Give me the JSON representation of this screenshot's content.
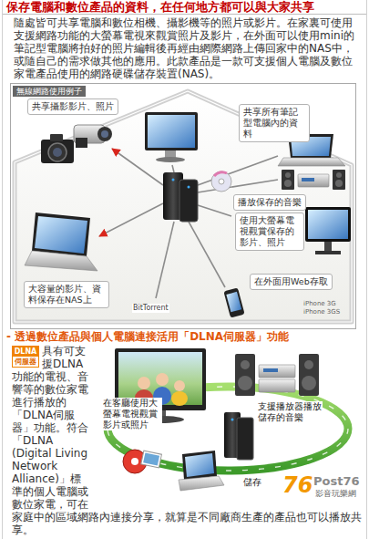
{
  "diagram": {
    "title": "保存電腦和數位產品的資料，在任何地方都可以與大家共享",
    "nodes": [
      {
        "text": [
          "無線網路使用例子"
        ]
      },
      {
        "text": [
          "共享攝影影片、照片"
        ],
        "in": 0
      },
      {
        "text": [
          "共享所有筆記型電腦內的資料"
        ],
        "in": 0
      },
      {
        "text": [
          "播放保存的音樂"
        ],
        "in": 0
      },
      {
        "text": [
          "使用大螢幕電視觀賞保存的影片、照片"
        ],
        "in": 0
      },
      {
        "text": [
          "大容量的影片、資料保存在NAS上"
        ],
        "in": 0
      },
      {
        "text": [
          "在外面用Web存取"
        ],
        "in": 0
      },
      {
        "text": [
          "DLNA",
          "伺服器"
        ]
      }
    ],
    "labels": [
      "隨處皆可共享電腦和數位相機、攝影機等的照片或影片。在家裏可使用支援網路功能的大螢幕電視來觀賞照片及影片，在外面可以使用mini的筆記型電腦將拍好的照片編輯後再經由網際網路上傳回家中的NAS中，或隨自己的需求做其他的應用。此款產品是一款可支援個人電腦及數位家電產品使用的網路硬碟儲存裝置(NAS)。",
      "BitTorrent",
      "iPhone 3G",
      "iPhone 3GS",
      "- 透過數位產品與個人電腦連接活用「DLNA伺服器」功能",
      "具有可支援DLNA功能的電視、音響等的數位家電進行播放的「DLNA伺服器」功能。符合「DLNA (Digital Living Network Alliance)」標準的個人電腦或數位家電，可在家庭中的區域網路內連接分享，就算是不同廠商生產的產品也可以播放共享。",
      "在客廳使用大螢幕電視觀賞影片或照片",
      "支援播放器播放儲存的音樂",
      "儲存",
      "76",
      "Post76",
      "影音玩樂網"
    ]
  }
}
